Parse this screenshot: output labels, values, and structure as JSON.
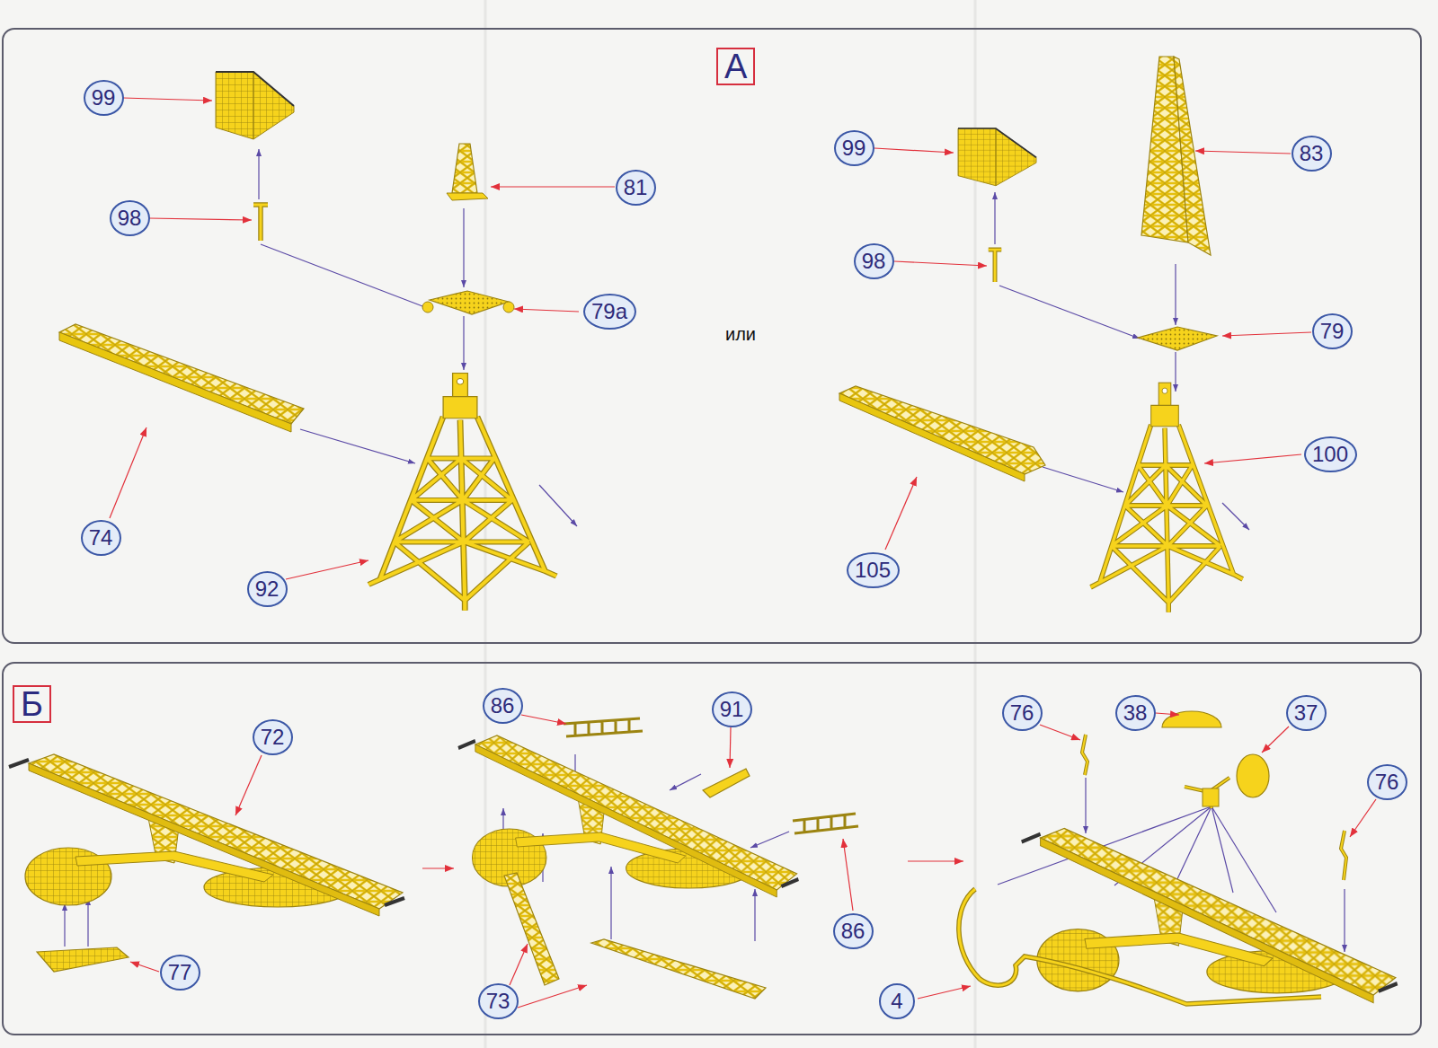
{
  "diagram": {
    "nodes": [
      {
        "text": [
          "А"
        ]
      },
      {
        "text": [
          "99"
        ],
        "in": 0
      },
      {
        "text": [
          "98"
        ],
        "in": 0
      },
      {
        "text": [
          "81"
        ],
        "in": 0
      },
      {
        "text": [
          "79а"
        ],
        "in": 0
      },
      {
        "text": [
          "74"
        ],
        "in": 0
      },
      {
        "text": [
          "92"
        ],
        "in": 0
      },
      {
        "text": [
          "99"
        ],
        "in": 0
      },
      {
        "text": [
          "98"
        ],
        "in": 0
      },
      {
        "text": [
          "83"
        ],
        "in": 0
      },
      {
        "text": [
          "79"
        ],
        "in": 0
      },
      {
        "text": [
          "100"
        ],
        "in": 0
      },
      {
        "text": [
          "105"
        ],
        "in": 0
      },
      {
        "text": [
          "Б"
        ]
      },
      {
        "text": [
          "72"
        ],
        "in": 13
      },
      {
        "text": [
          "77"
        ],
        "in": 13
      },
      {
        "text": [
          "86"
        ],
        "in": 13
      },
      {
        "text": [
          "91"
        ],
        "in": 13
      },
      {
        "text": [
          "73"
        ],
        "in": 13
      },
      {
        "text": [
          "86"
        ],
        "in": 13
      },
      {
        "text": [
          "76"
        ],
        "in": 13
      },
      {
        "text": [
          "38"
        ],
        "in": 13
      },
      {
        "text": [
          "37"
        ],
        "in": 13
      },
      {
        "text": [
          "76"
        ],
        "in": 13
      },
      {
        "text": [
          "4"
        ],
        "in": 13
      }
    ],
    "labels": [
      "или"
    ]
  }
}
